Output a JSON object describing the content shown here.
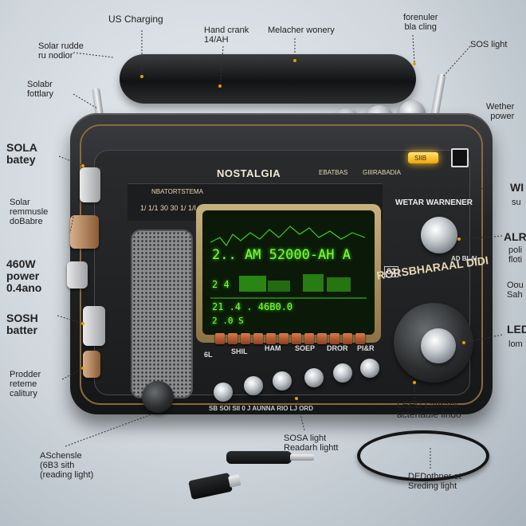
{
  "annotations": {
    "us_charging": "US Charging",
    "hand_crank": "Hand crank\n14/AH",
    "melacher_wonery": "Melacher wonery",
    "forenuler_bla_cling": "forenuler\nbla cling",
    "solar_rudde": "Solar rudde\nru nodior",
    "sos_light_top": "SOS light",
    "solabr_fottlary": "Solabr\nfottlary",
    "wether_power": "Wether\npower",
    "sola_batey": "SOLA\nbatey",
    "solar_remmusle": "Solar\nremmusle\ndoBabre",
    "wi_cut": "WI",
    "su_cut": "su",
    "alr_cut": "ALR",
    "poli_cut": "poli\nfloti",
    "power_460w": "460W\npower\n0.4ano",
    "oou_cut": "Oou\nSah",
    "sosh_batter": "SOSH\nbatter",
    "led_cut": "LED",
    "lom_cut": "lom",
    "prodder_calitury": "Prodder\nreteme\ncalitury",
    "leed_lattrack": "LEED Lattrack\nactenauie lindo",
    "sosa_light": "SOSA light\nReadarh lightt",
    "aschensle": "ASchensle\n(6B3 sith\n(reading light)",
    "dedothner": "DEDothner et\nSreding light"
  },
  "radio": {
    "brand": "NOSTALGIA",
    "dial_left": "NBATORTSTEMA",
    "dial_right": "EBATBAS",
    "dial_right2": "GIIIRABADIA",
    "dial_numbers": "1/  1/1   30 30   1/  1/I  1/",
    "led_label": "SIIB",
    "weather_warning": "WETAR WARNENER",
    "side_label": "RORSBHARAAL DIDI",
    "side_small": "AD BLAI",
    "code_box": "02",
    "screen": {
      "line1": "2.. AM 52000-AH A",
      "line2": "2 4",
      "line3": "21 .4 . 46B0.0",
      "line4": "2 .0 S"
    },
    "preset_labels": [
      "6L",
      "SHIL",
      "HAM",
      "SOEP",
      "DROR",
      "PI&R"
    ],
    "bottom_text": "SB SOI  SII 0  J  AUNNA  RIO  LJ  ORD"
  },
  "colors": {
    "screen_green": "#7dff3a",
    "led_amber": "#f2a800",
    "trim_brown": "#8a6a3c"
  }
}
